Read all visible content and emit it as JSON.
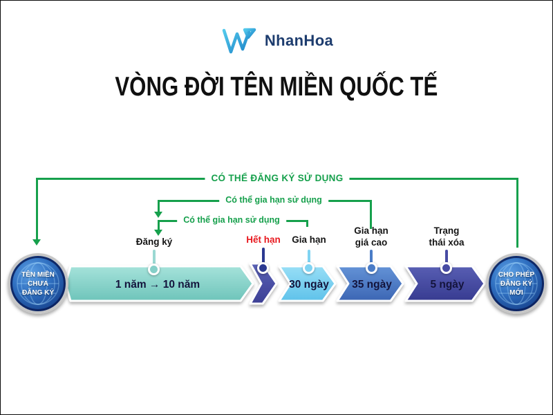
{
  "header": {
    "brand": "NhanHoa",
    "logo_icon": "nhanhoa-w-logo"
  },
  "title": "VÒNG ĐỜI TÊN MIỀN QUỐC TẾ",
  "brackets": {
    "outer": "CÓ THỂ ĐĂNG KÝ SỬ DỤNG",
    "middle": "Có thể gia hạn sử dụng",
    "inner": "Có thể gia hạn sử dụng"
  },
  "milestones": {
    "register": "Đăng ký",
    "expire": "Hết hạn",
    "renew": "Gia hạn",
    "renew_high_price": "Gia hạn\ngiá cao",
    "delete_status": "Trạng\nthái xóa"
  },
  "nodes": {
    "start": "TÊN MIỀN\nCHƯA\nĐĂNG KÝ",
    "end": "CHO PHÉP\nĐĂNG KÝ\nMỚI"
  },
  "segments": {
    "registration_period": "1 năm → 10 năm",
    "grace_period": "30 ngày",
    "redemption_period": "35 ngày",
    "pending_delete": "5 ngày"
  },
  "colors": {
    "bracket_green": "#16a04c",
    "expire_red": "#e8191f",
    "teal_segment": "#7fcdc4",
    "dark_chevron": "#474ba3",
    "light_blue_segment": "#7fd3f2",
    "mid_blue_segment": "#4a7cc7",
    "indigo_segment": "#4549a2",
    "node_blue": "#2f6fc0",
    "brand_navy": "#1d3c6e"
  }
}
